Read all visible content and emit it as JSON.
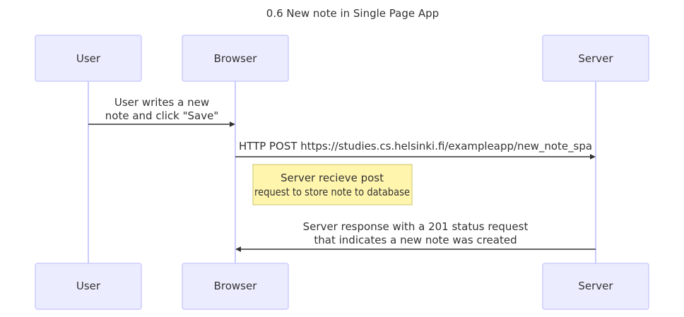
{
  "title": "0.6 New note in Single Page App",
  "participants": {
    "user": "User",
    "browser": "Browser",
    "server": "Server"
  },
  "messages": [
    {
      "from": "User",
      "to": "Browser",
      "lines": [
        "User writes a new",
        "note and click \"Save\""
      ]
    },
    {
      "from": "Browser",
      "to": "Server",
      "lines": [
        "HTTP POST https://studies.cs.helsinki.fi/exampleapp/new_note_spa"
      ]
    },
    {
      "from": "Server",
      "to": "Browser",
      "lines": [
        "Server response with a 201 status request",
        "that indicates a new note was created"
      ]
    }
  ],
  "note": {
    "over": "Browser",
    "lines": [
      "Server recieve post",
      "request to store note to database"
    ]
  },
  "colors": {
    "actor_fill": "#ececff",
    "actor_border": "#ccccff",
    "note_fill": "#fff5ad",
    "note_border": "#d6cf7c",
    "line": "#333333"
  }
}
